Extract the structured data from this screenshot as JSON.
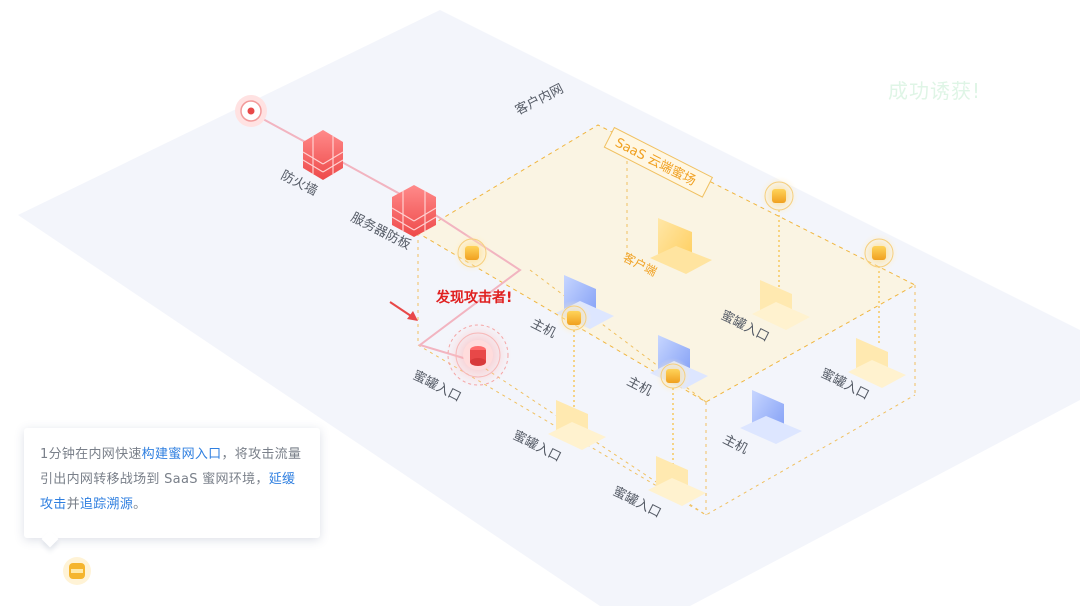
{
  "diagram": {
    "success_text": "成功诱获!",
    "network_label": "客户内网",
    "cloud_label": "SaaS 云端蜜场",
    "client_label": "客户端",
    "firewall_label": "防火墙",
    "server_label": "服务器防板",
    "alert_label": "发现攻击者!",
    "host_label": "主机",
    "honeypot_label": "蜜罐入口"
  },
  "info_card": {
    "part1": "1分钟在内网快速",
    "link1": "构建蜜网入口",
    "part2": "，将攻击流量引出内网转移战场到 SaaS 蜜网环境，",
    "link2": "延缓攻击",
    "part3": "并",
    "link3": "追踪溯源",
    "part4": "。"
  },
  "colors": {
    "accent_blue": "#2f7fe0",
    "alert_red": "#e02020",
    "honey_orange": "#f0a020",
    "success_green": "#dff5e6"
  }
}
